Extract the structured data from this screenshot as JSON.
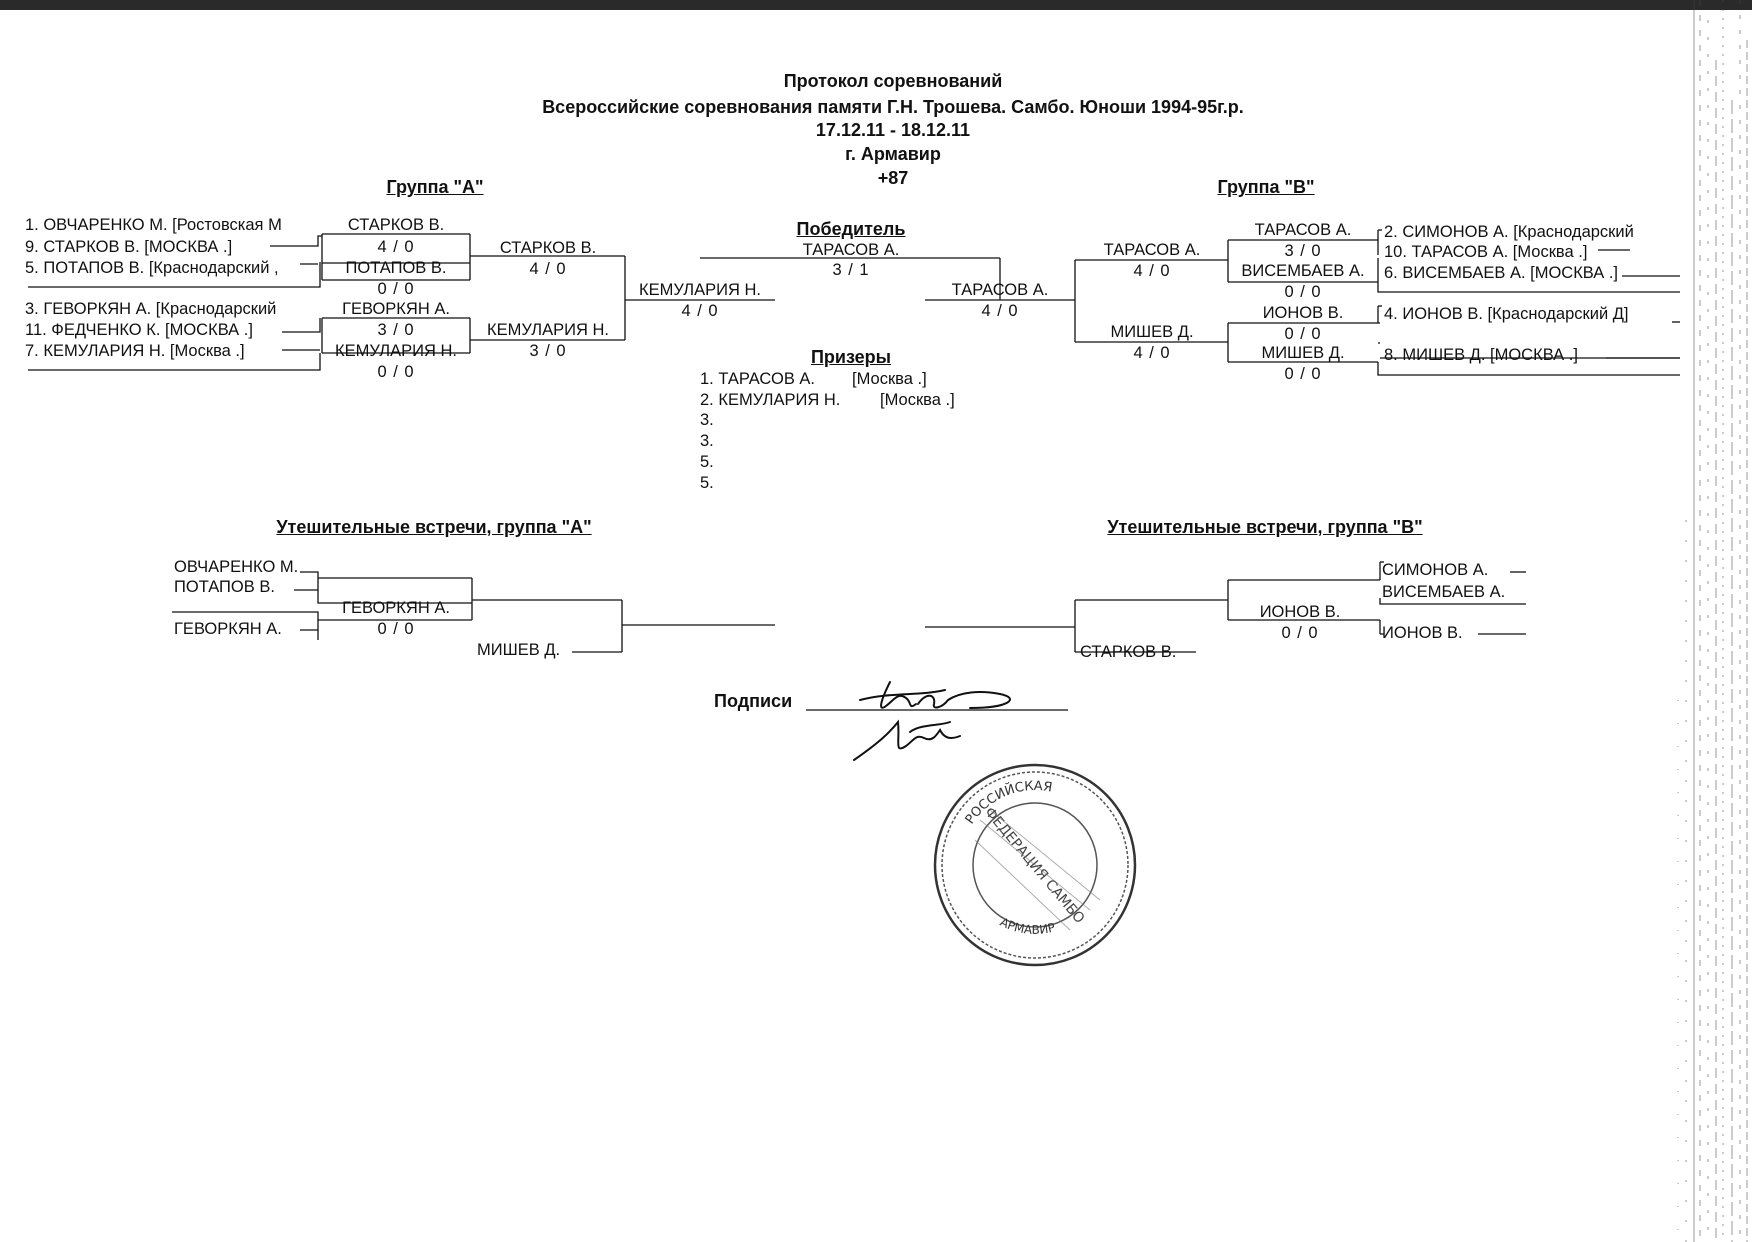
{
  "header": {
    "line1": "Протокол соревнований",
    "line2": "Всероссийские соревнования памяти Г.Н. Трошева. Самбо. Юноши 1994-95г.р.",
    "dates": "17.12.11 - 18.12.11",
    "city": "г. Армавир",
    "weight": "+87"
  },
  "group_a": {
    "title": "Группа  \"А\"",
    "entries": [
      "1. ОВЧАРЕНКО М.  [Ростовская  М",
      "9. СТАРКОВ В.  [МОСКВА  .]",
      "5. ПОТАПОВ В.  [Краснодарский  ,",
      "3. ГЕВОРКЯН А.  [Краснодарский",
      "11. ФЕДЧЕНКО К.  [МОСКВА  .]",
      "7. КЕМУЛАРИЯ Н.  [Москва  .]"
    ],
    "r1": [
      {
        "name": "СТАРКОВ В.",
        "score": "4  /  0"
      },
      {
        "name": "ПОТАПОВ В.",
        "score": "0  /  0"
      },
      {
        "name": "ГЕВОРКЯН А.",
        "score": "3  /  0"
      },
      {
        "name": "КЕМУЛАРИЯ Н.",
        "score": "0  /  0"
      }
    ],
    "r2": [
      {
        "name": "СТАРКОВ В.",
        "score": "4  /  0"
      },
      {
        "name": "КЕМУЛАРИЯ Н.",
        "score": "3  /  0"
      }
    ],
    "final": {
      "name": "КЕМУЛАРИЯ Н.",
      "score": "4  /  0"
    }
  },
  "group_b": {
    "title": "Группа  \"В\"",
    "entries": [
      "2. СИМОНОВ А.  [Краснодарский",
      "10. ТАРАСОВ А.  [Москва  .]",
      "6. ВИСЕМБАЕВ А.  [МОСКВА  .]",
      "4. ИОНОВ В.  [Краснодарский  Д]",
      "8. МИШЕВ Д.  [МОСКВА  .]"
    ],
    "r1": [
      {
        "name": "ТАРАСОВ А.",
        "score": "3  /  0"
      },
      {
        "name": "ВИСЕМБАЕВ А.",
        "score": "0  /  0"
      },
      {
        "name": "ИОНОВ В.",
        "score": "0  /  0"
      },
      {
        "name": "МИШЕВ Д.",
        "score": "0  /  0"
      }
    ],
    "r2": [
      {
        "name": "ТАРАСОВ А.",
        "score": "4  /  0"
      },
      {
        "name": "МИШЕВ Д.",
        "score": "4  /  0"
      }
    ],
    "final": {
      "name": "ТАРАСОВ А.",
      "score": "4  /  0"
    }
  },
  "winner": {
    "title": "Победитель",
    "name": "ТАРАСОВ А.",
    "score": "3  /  1"
  },
  "prizes": {
    "title": "Призеры",
    "items": [
      {
        "place": "1. ТАРАСОВ А.",
        "club": "[Москва  .]"
      },
      {
        "place": "2. КЕМУЛАРИЯ Н.",
        "club": "[Москва  .]"
      },
      {
        "place": "3.",
        "club": ""
      },
      {
        "place": "3.",
        "club": ""
      },
      {
        "place": "5.",
        "club": ""
      },
      {
        "place": "5.",
        "club": ""
      }
    ]
  },
  "consolation_a": {
    "title": "Утешительные встречи, группа \"А\"",
    "e1": "ОВЧАРЕНКО М.",
    "e2": "ПОТАПОВ В.",
    "e3": "ГЕВОРКЯН А.",
    "win1": {
      "name": "ГЕВОРКЯН А.",
      "score": "0  /  0"
    },
    "e4": "МИШЕВ Д."
  },
  "consolation_b": {
    "title": "Утешительные встречи, группа \"В\"",
    "e1": "СИМОНОВ А.",
    "e2": "ВИСЕМБАЕВ А.",
    "e3": "ИОНОВ В.",
    "win1": {
      "name": "ИОНОВ В.",
      "score": "0  /  0"
    },
    "e4": "СТАРКОВ В."
  },
  "signatures": {
    "label": "Подписи"
  },
  "stamp": {
    "text_top": "РОССИЙСКАЯ",
    "text_inner": "ФЕДЕРАЦИЯ САМБО",
    "text_bottom": "АРМАВИР"
  }
}
